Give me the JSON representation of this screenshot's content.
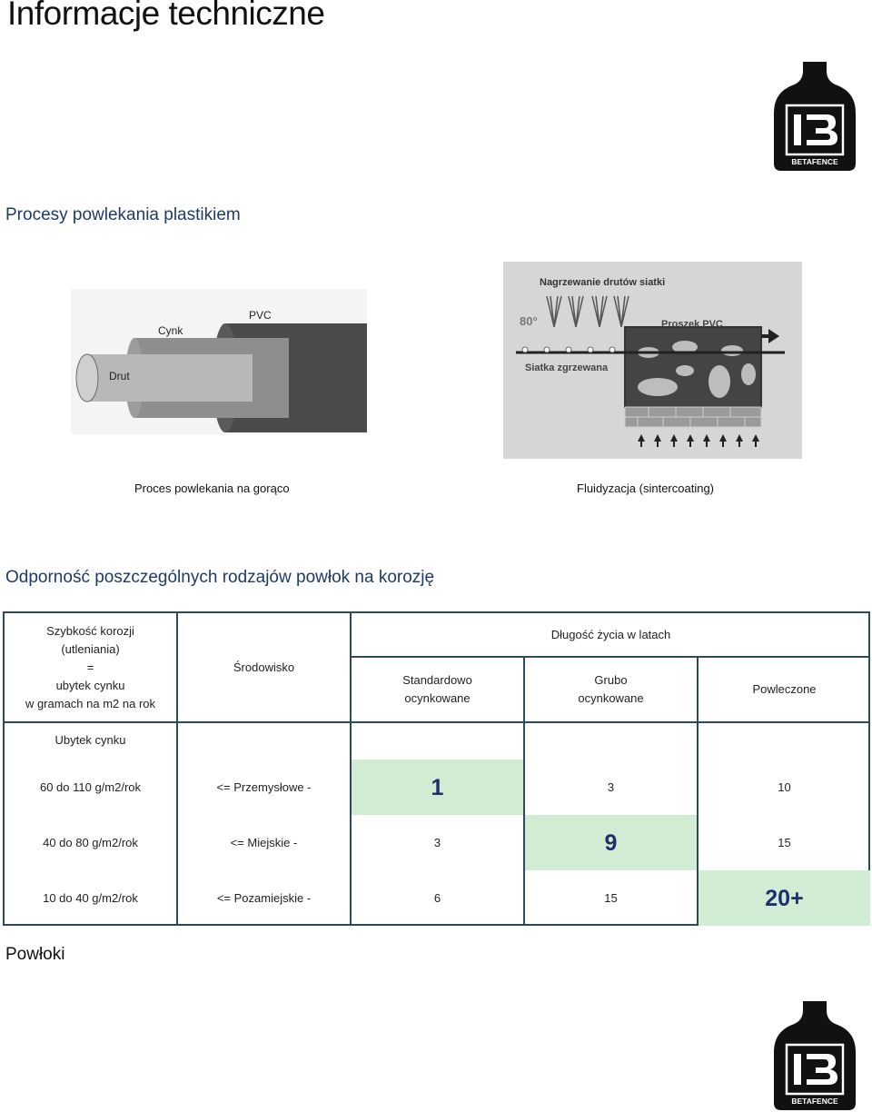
{
  "page_title": "Informacje techniczne",
  "logo_text": "BETAFENCE",
  "section1": {
    "title": "Procesy powlekania plastikiem",
    "figure_left": {
      "labels": {
        "wire": "Drut",
        "zinc": "Cynk",
        "pvc": "PVC"
      },
      "caption": "Proces powlekania na gorąco"
    },
    "figure_right": {
      "labels": {
        "heating": "Nagrzewanie drutów siatki",
        "temp": "80°",
        "powder": "Proszek PVC",
        "mesh": "Siatka zgrzewana"
      },
      "caption": "Fluidyzacja (sintercoating)"
    }
  },
  "section2": {
    "title": "Odporność poszczególnych rodzajów powłok na korozję"
  },
  "table": {
    "col1_header": [
      "Szybkość korozji",
      "(utleniania)",
      "=",
      "ubytek cynku",
      "w gramach na m2 na rok"
    ],
    "col2_header": "Środowisko",
    "group_header": "Długość życia w latach",
    "sub_headers": [
      [
        "Standardowo",
        "ocynkowane"
      ],
      [
        "Grubo",
        "ocynkowane"
      ],
      [
        "Powleczone"
      ]
    ],
    "subheading": "Ubytek cynku",
    "rows": [
      {
        "loss": "60 do 110 g/m2/rok",
        "env": "<= Przemysłowe -",
        "std": "1",
        "thick": "3",
        "coated": "10"
      },
      {
        "loss": "40 do 80 g/m2/rok",
        "env": "<= Miejskie -",
        "std": "3",
        "thick": "9",
        "coated": "15"
      },
      {
        "loss": "10 do 40 g/m2/rok",
        "env": "<= Pozamiejskie -",
        "std": "6",
        "thick": "15",
        "coated": "20+"
      }
    ],
    "highlight_color": "#d2ecd3"
  },
  "section3": {
    "title": "Powłoki"
  }
}
